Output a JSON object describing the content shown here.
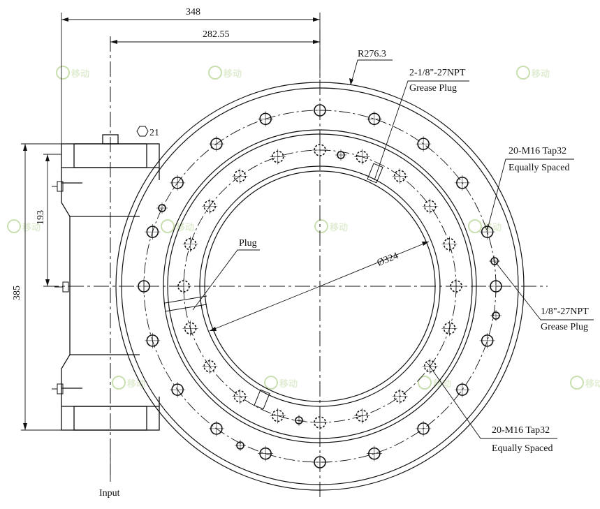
{
  "dimensions": {
    "overall_width": "348",
    "center_offset": "282.55",
    "outer_radius": "R276.3",
    "inner_diameter": "Ø324",
    "hex_size": "21",
    "height_total": "385",
    "height_half": "193"
  },
  "notes": {
    "grease_plug_top_line1": "2-1/8\"-27NPT",
    "grease_plug_top_line2": "Grease Plug",
    "tap_outer_line1": "20-M16 Tap32",
    "tap_outer_line2": "Equally Spaced",
    "grease_plug_right_line1": "1/8\"-27NPT",
    "grease_plug_right_line2": "Grease Plug",
    "tap_inner_line1": "20-M16 Tap32",
    "tap_inner_line2": "Equally Spaced",
    "plug": "Plug",
    "input": "Input"
  },
  "watermark": {
    "text": "移动",
    "color": "#c9dfb0"
  },
  "colors": {
    "line": "#111111",
    "background": "#ffffff"
  }
}
